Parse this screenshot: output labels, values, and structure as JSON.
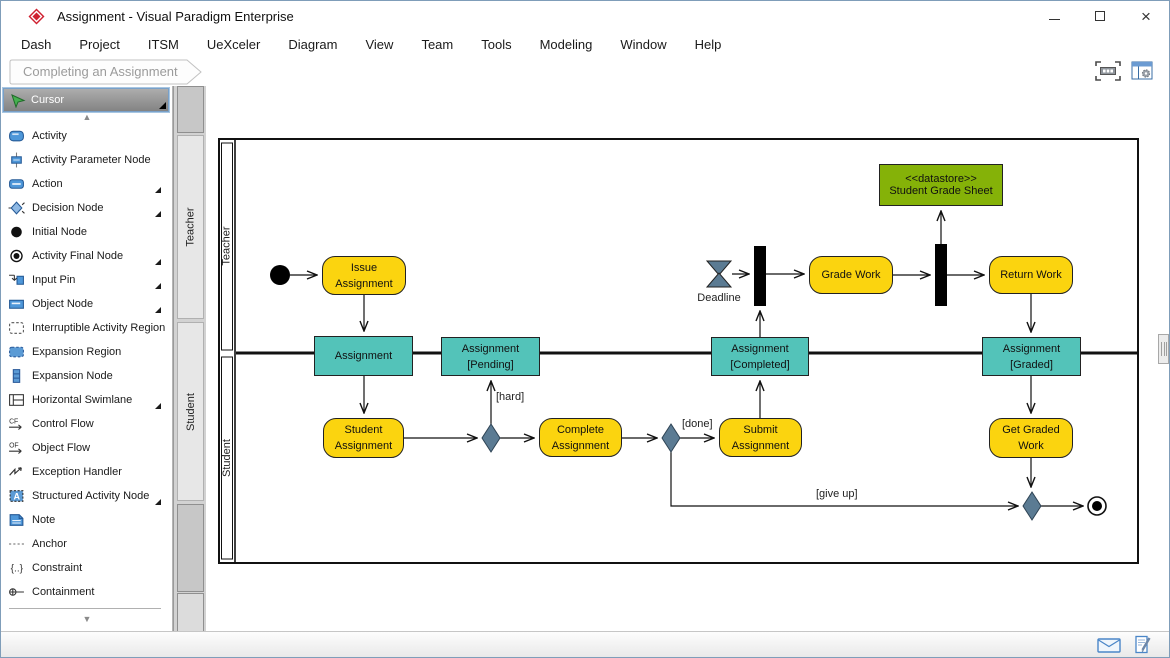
{
  "window": {
    "title": "Assignment - Visual Paradigm Enterprise",
    "controls": {
      "close_glyph": "×"
    }
  },
  "menu": {
    "items": [
      "Dash",
      "Project",
      "ITSM",
      "UeXceler",
      "Diagram",
      "View",
      "Team",
      "Tools",
      "Modeling",
      "Window",
      "Help"
    ]
  },
  "breadcrumb": {
    "tab": "Completing an Assignment"
  },
  "toolbox": {
    "selected_tool": "Cursor",
    "scroll_up": "▲",
    "scroll_down": "▼",
    "items": [
      {
        "label": "Activity",
        "icon": "activity-icon",
        "has_submenu": false
      },
      {
        "label": "Activity Parameter Node",
        "icon": "activity-parameter-node-icon",
        "has_submenu": false
      },
      {
        "label": "Action",
        "icon": "action-icon",
        "has_submenu": true
      },
      {
        "label": "Decision Node",
        "icon": "decision-node-icon",
        "has_submenu": true
      },
      {
        "label": "Initial Node",
        "icon": "initial-node-icon",
        "has_submenu": false
      },
      {
        "label": "Activity Final Node",
        "icon": "activity-final-node-icon",
        "has_submenu": true
      },
      {
        "label": "Input Pin",
        "icon": "input-pin-icon",
        "has_submenu": true
      },
      {
        "label": "Object Node",
        "icon": "object-node-icon",
        "has_submenu": true
      },
      {
        "label": "Interruptible Activity Region",
        "icon": "interruptible-activity-region-icon",
        "has_submenu": false
      },
      {
        "label": "Expansion Region",
        "icon": "expansion-region-icon",
        "has_submenu": false
      },
      {
        "label": "Expansion Node",
        "icon": "expansion-node-icon",
        "has_submenu": false
      },
      {
        "label": "Horizontal Swimlane",
        "icon": "horizontal-swimlane-icon",
        "has_submenu": true
      },
      {
        "label": "Control Flow",
        "icon": "control-flow-icon",
        "has_submenu": false
      },
      {
        "label": "Object Flow",
        "icon": "object-flow-icon",
        "has_submenu": false
      },
      {
        "label": "Exception Handler",
        "icon": "exception-handler-icon",
        "has_submenu": false
      },
      {
        "label": "Structured Activity Node",
        "icon": "structured-activity-node-icon",
        "has_submenu": true
      },
      {
        "label": "Note",
        "icon": "note-icon",
        "has_submenu": false
      },
      {
        "label": "Anchor",
        "icon": "anchor-icon",
        "has_submenu": false
      },
      {
        "label": "Constraint",
        "icon": "constraint-icon",
        "has_submenu": false
      },
      {
        "label": "Containment",
        "icon": "containment-icon",
        "has_submenu": false
      }
    ]
  },
  "lane_gutter": {
    "lanes": [
      "Teacher",
      "Student"
    ]
  },
  "diagram": {
    "lanes": [
      "Teacher",
      "Student"
    ],
    "nodes": {
      "issue_assignment": "Issue\nAssignment",
      "student_assignment": "Student\nAssignment",
      "complete_assignment": "Complete\nAssignment",
      "submit_assignment": "Submit\nAssignment",
      "grade_work": "Grade Work",
      "return_work": "Return Work",
      "get_graded_work": "Get Graded\nWork",
      "assignment": "Assignment",
      "assignment_pending": "Assignment\n[Pending]",
      "assignment_completed": "Assignment\n[Completed]",
      "assignment_graded": "Assignment\n[Graded]",
      "datastore_stereotype": "<<datastore>>",
      "datastore_name": "Student Grade Sheet"
    },
    "edge_labels": {
      "hard": "[hard]",
      "done": "[done]",
      "give_up": "[give up]",
      "deadline": "Deadline"
    },
    "colors": {
      "action_fill": "#FBD40F",
      "object_node_fill": "#53C3B9",
      "datastore_fill": "#85B208",
      "decision_fill": "#5B7B93",
      "bar_fill": "#000000"
    }
  }
}
